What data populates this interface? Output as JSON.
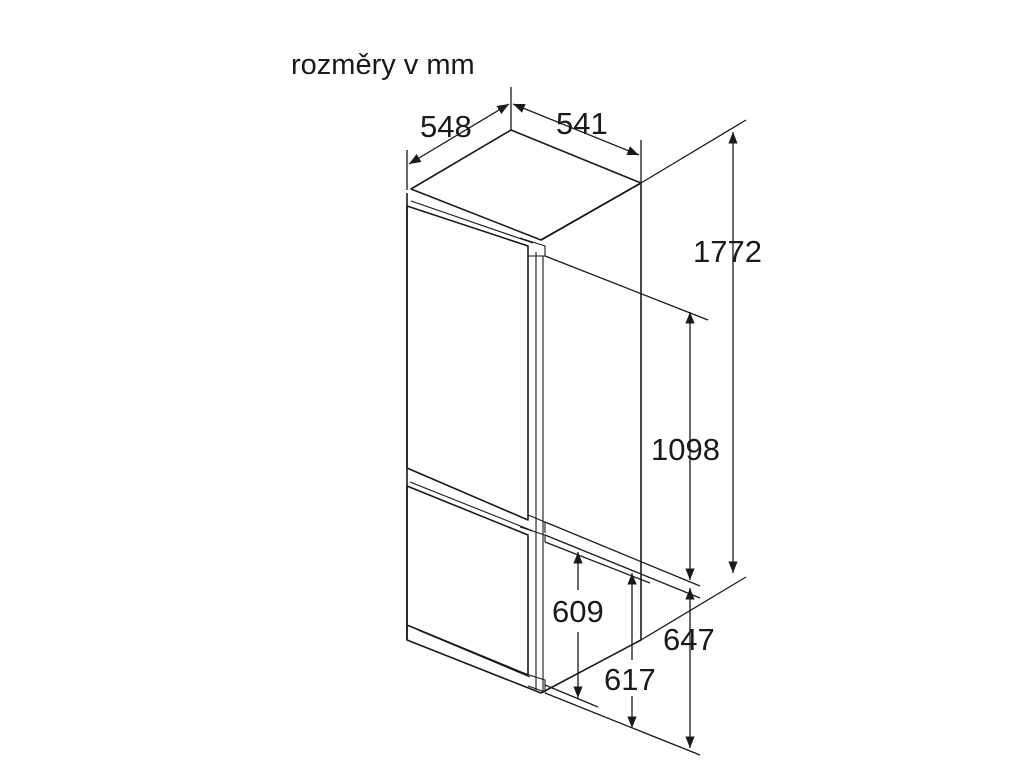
{
  "diagram": {
    "title": "rozměry v mm",
    "dimensions": {
      "depth": "548",
      "width": "541",
      "total_height": "1772",
      "fridge_door_height": "1098",
      "freezer_door_height": "609",
      "freezer_section_height": "617",
      "lower_section_height": "647"
    }
  }
}
